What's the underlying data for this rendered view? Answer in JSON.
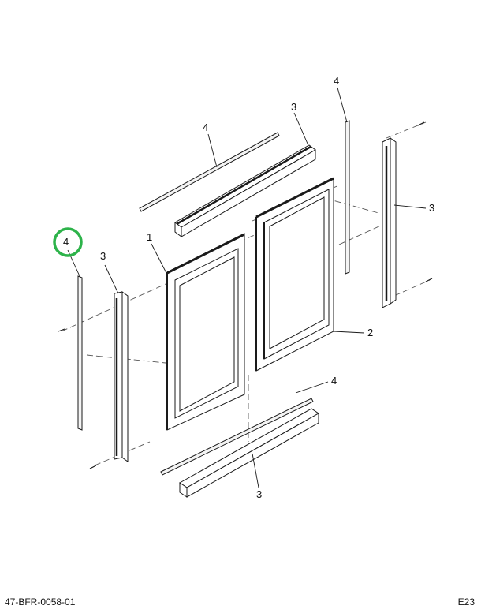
{
  "callouts": {
    "c1": "1",
    "c2": "2",
    "c3_top": "3",
    "c3_left": "3",
    "c3_right": "3",
    "c3_bottom": "3",
    "c4_top_rail": "4",
    "c4_top_right": "4",
    "c4_left": "4",
    "c4_bottom": "4"
  },
  "footer": {
    "drawing_id": "47-BFR-0058-01",
    "page_ref": "E23"
  },
  "colors": {
    "line": "#1a1a1a",
    "dash": "#555555",
    "highlight": "#2db34a"
  }
}
